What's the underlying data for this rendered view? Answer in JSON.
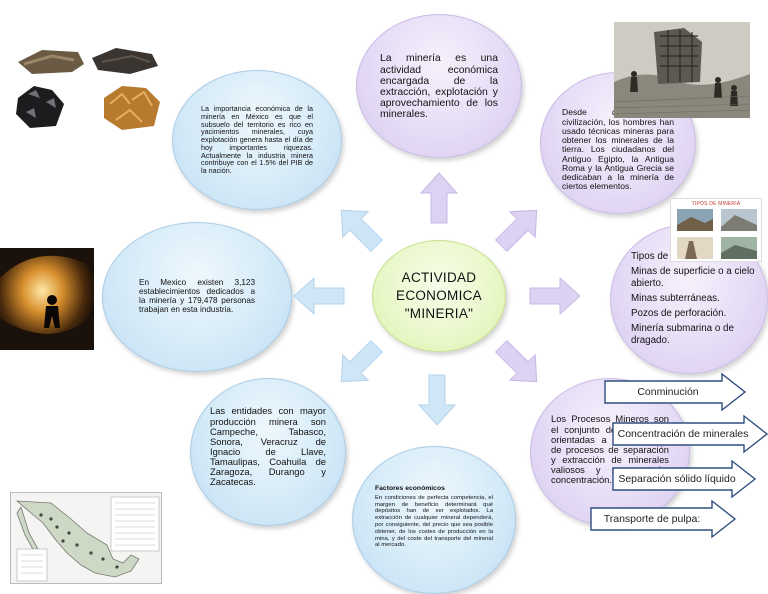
{
  "center": {
    "line1": "ACTIVIDAD",
    "line2": "ECONOMICA",
    "line3": "\"MINERIA\""
  },
  "bubbles": {
    "definition": "La minería es una actividad económica encargada de la extracción, explotación y aprovechamiento de los minerales.",
    "history": "Desde que existe civilización, los hombres han usado técnicas mineras para obtener los minerales de la tierra. Los ciudadanos del Antiguo Egipto, la Antigua Roma y la Antigua Grecia se dedicaban a la minería de ciertos elementos.",
    "importance": "La importancia económica de la minería en México es que el subsuelo del territorio es rico en yacimientos minerales, cuya explotación genera hasta el día de hoy importantes riquezas. Actualmente la industria minera contribuye con el 1.5% del PIB de la nación.",
    "mexico": "En Mexico existen 3,123 establecimientos dedicados a la minería y 179,478 personas trabajan en esta industria.",
    "types_title": "Tipos de minas:",
    "types_items": [
      "Minas de superficie o a cielo abierto.",
      "Minas subterráneas.",
      "Pozos de perforación.",
      "Minería submarina o de dragado."
    ],
    "entities": "Las entidades con mayor producción minera son Campeche, Tabasco, Sonora, Veracruz de Ignacio de Llave, Tamaulipas, Coahuila de Zaragoza, Durango y Zacatecas.",
    "factors_title": "Factores económicos",
    "factors_body": "En condiciones de perfecta competencia, el margen de beneficio determinará qué depósitos han de ser explotados. La extracción de cualquier mineral dependerá, por consiguiente, del precio que sea posible obtener, de los costes de producción en la mina, y del coste del transporte del mineral al mercado.",
    "processes": "Los Procesos Mineros son el conjunto de actividades orientadas a la aplicación de procesos de separación y extracción de minerales valiosos y su posterior concentración."
  },
  "process_steps": [
    "Conminución",
    "Concentración de minerales",
    "Separación sólido líquido",
    "Transporte de pulpa:"
  ],
  "images": {
    "mine_types_card_title": "TIPOS DE MINERIA"
  },
  "colors": {
    "lavender_bubble": "#e6dcf6",
    "blue_bubble": "#d5ebf8",
    "center_bubble": "#eaf8cc",
    "arrow_fill": "#cfe6f7",
    "arrow_fill_lav": "#ddd2f1",
    "chevron_border": "#2f4f7f"
  }
}
